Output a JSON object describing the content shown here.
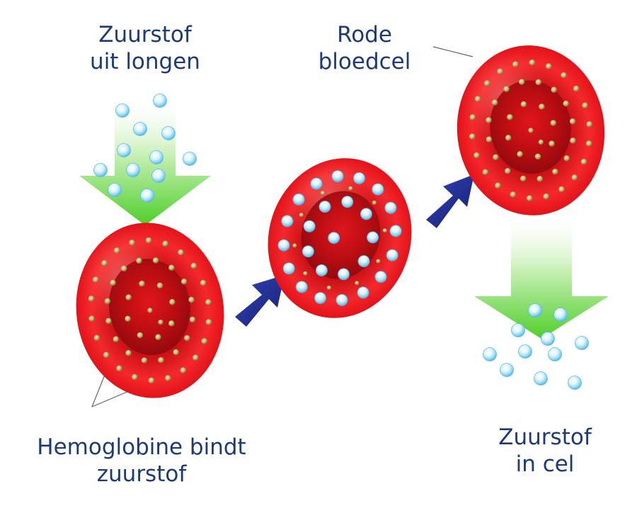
{
  "labels": {
    "oxygen_from_lungs": [
      "Zuurstof",
      "uit longen"
    ],
    "red_blood_cell": [
      "Rode",
      "bloedcel"
    ],
    "hemoglobin_binds": [
      "Hemoglobine bindt",
      "zuurstof"
    ],
    "oxygen_in_cell": [
      "Zuurstof",
      "in cel"
    ]
  },
  "colors": {
    "text": "#1d3a78",
    "cell_red": "#e8161b",
    "cell_dark": "#8f0a0c",
    "hemoglobin": "#c9b66c",
    "oxygen": "#c7ecff",
    "flow_arrow": "#5ed23a",
    "process_arrow": "#1f2f8f",
    "pointer_line": "#666666"
  },
  "icons": {
    "flow": "green-gradient-arrow",
    "process": "blue-chevron-arrow",
    "particle": "oxygen-bubble",
    "site": "hemoglobin-dot",
    "cell": "red-blood-cell"
  }
}
